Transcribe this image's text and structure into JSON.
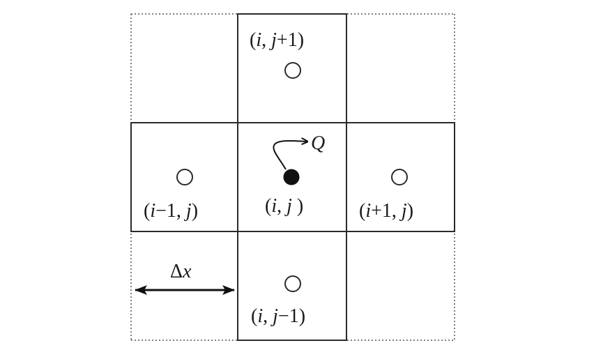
{
  "cells": {
    "top": {
      "i": "i",
      "j": "j",
      "sign": "+",
      "offset": "1"
    },
    "left": {
      "i": "i",
      "sign": "−",
      "offset": "1",
      "j": "j"
    },
    "center": {
      "i": "i",
      "j": "j"
    },
    "right": {
      "i": "i",
      "sign": "+",
      "offset": "1",
      "j": "j"
    },
    "bottom": {
      "i": "i",
      "j": "j",
      "sign": "−",
      "offset": "1"
    }
  },
  "flow_label": "Q",
  "spacing_label": {
    "delta": "Δ",
    "var": "x"
  }
}
